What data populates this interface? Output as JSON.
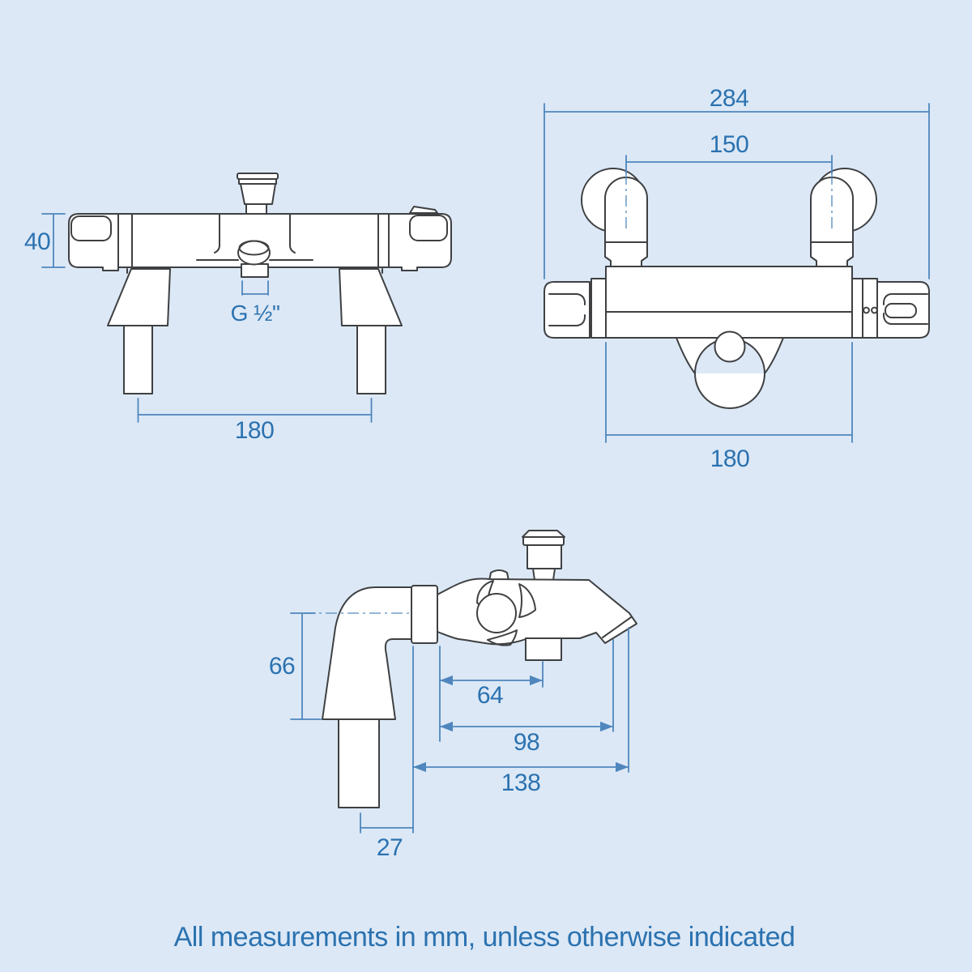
{
  "caption": "All measurements in mm, unless otherwise indicated",
  "dims": {
    "front_height": "40",
    "front_thread": "G ½\"",
    "front_width": "180",
    "top_overall_width": "284",
    "top_inlet_centres": "150",
    "top_body_width": "180",
    "side_height": "66",
    "side_hose_offset": "64",
    "side_spout_reach": "98",
    "side_overall_depth": "138",
    "side_inlet_offset": "27"
  },
  "colors": {
    "background": "#dce8f6",
    "line": "#3e4042",
    "dimension": "#4f86bd",
    "text": "#2b72b0"
  }
}
